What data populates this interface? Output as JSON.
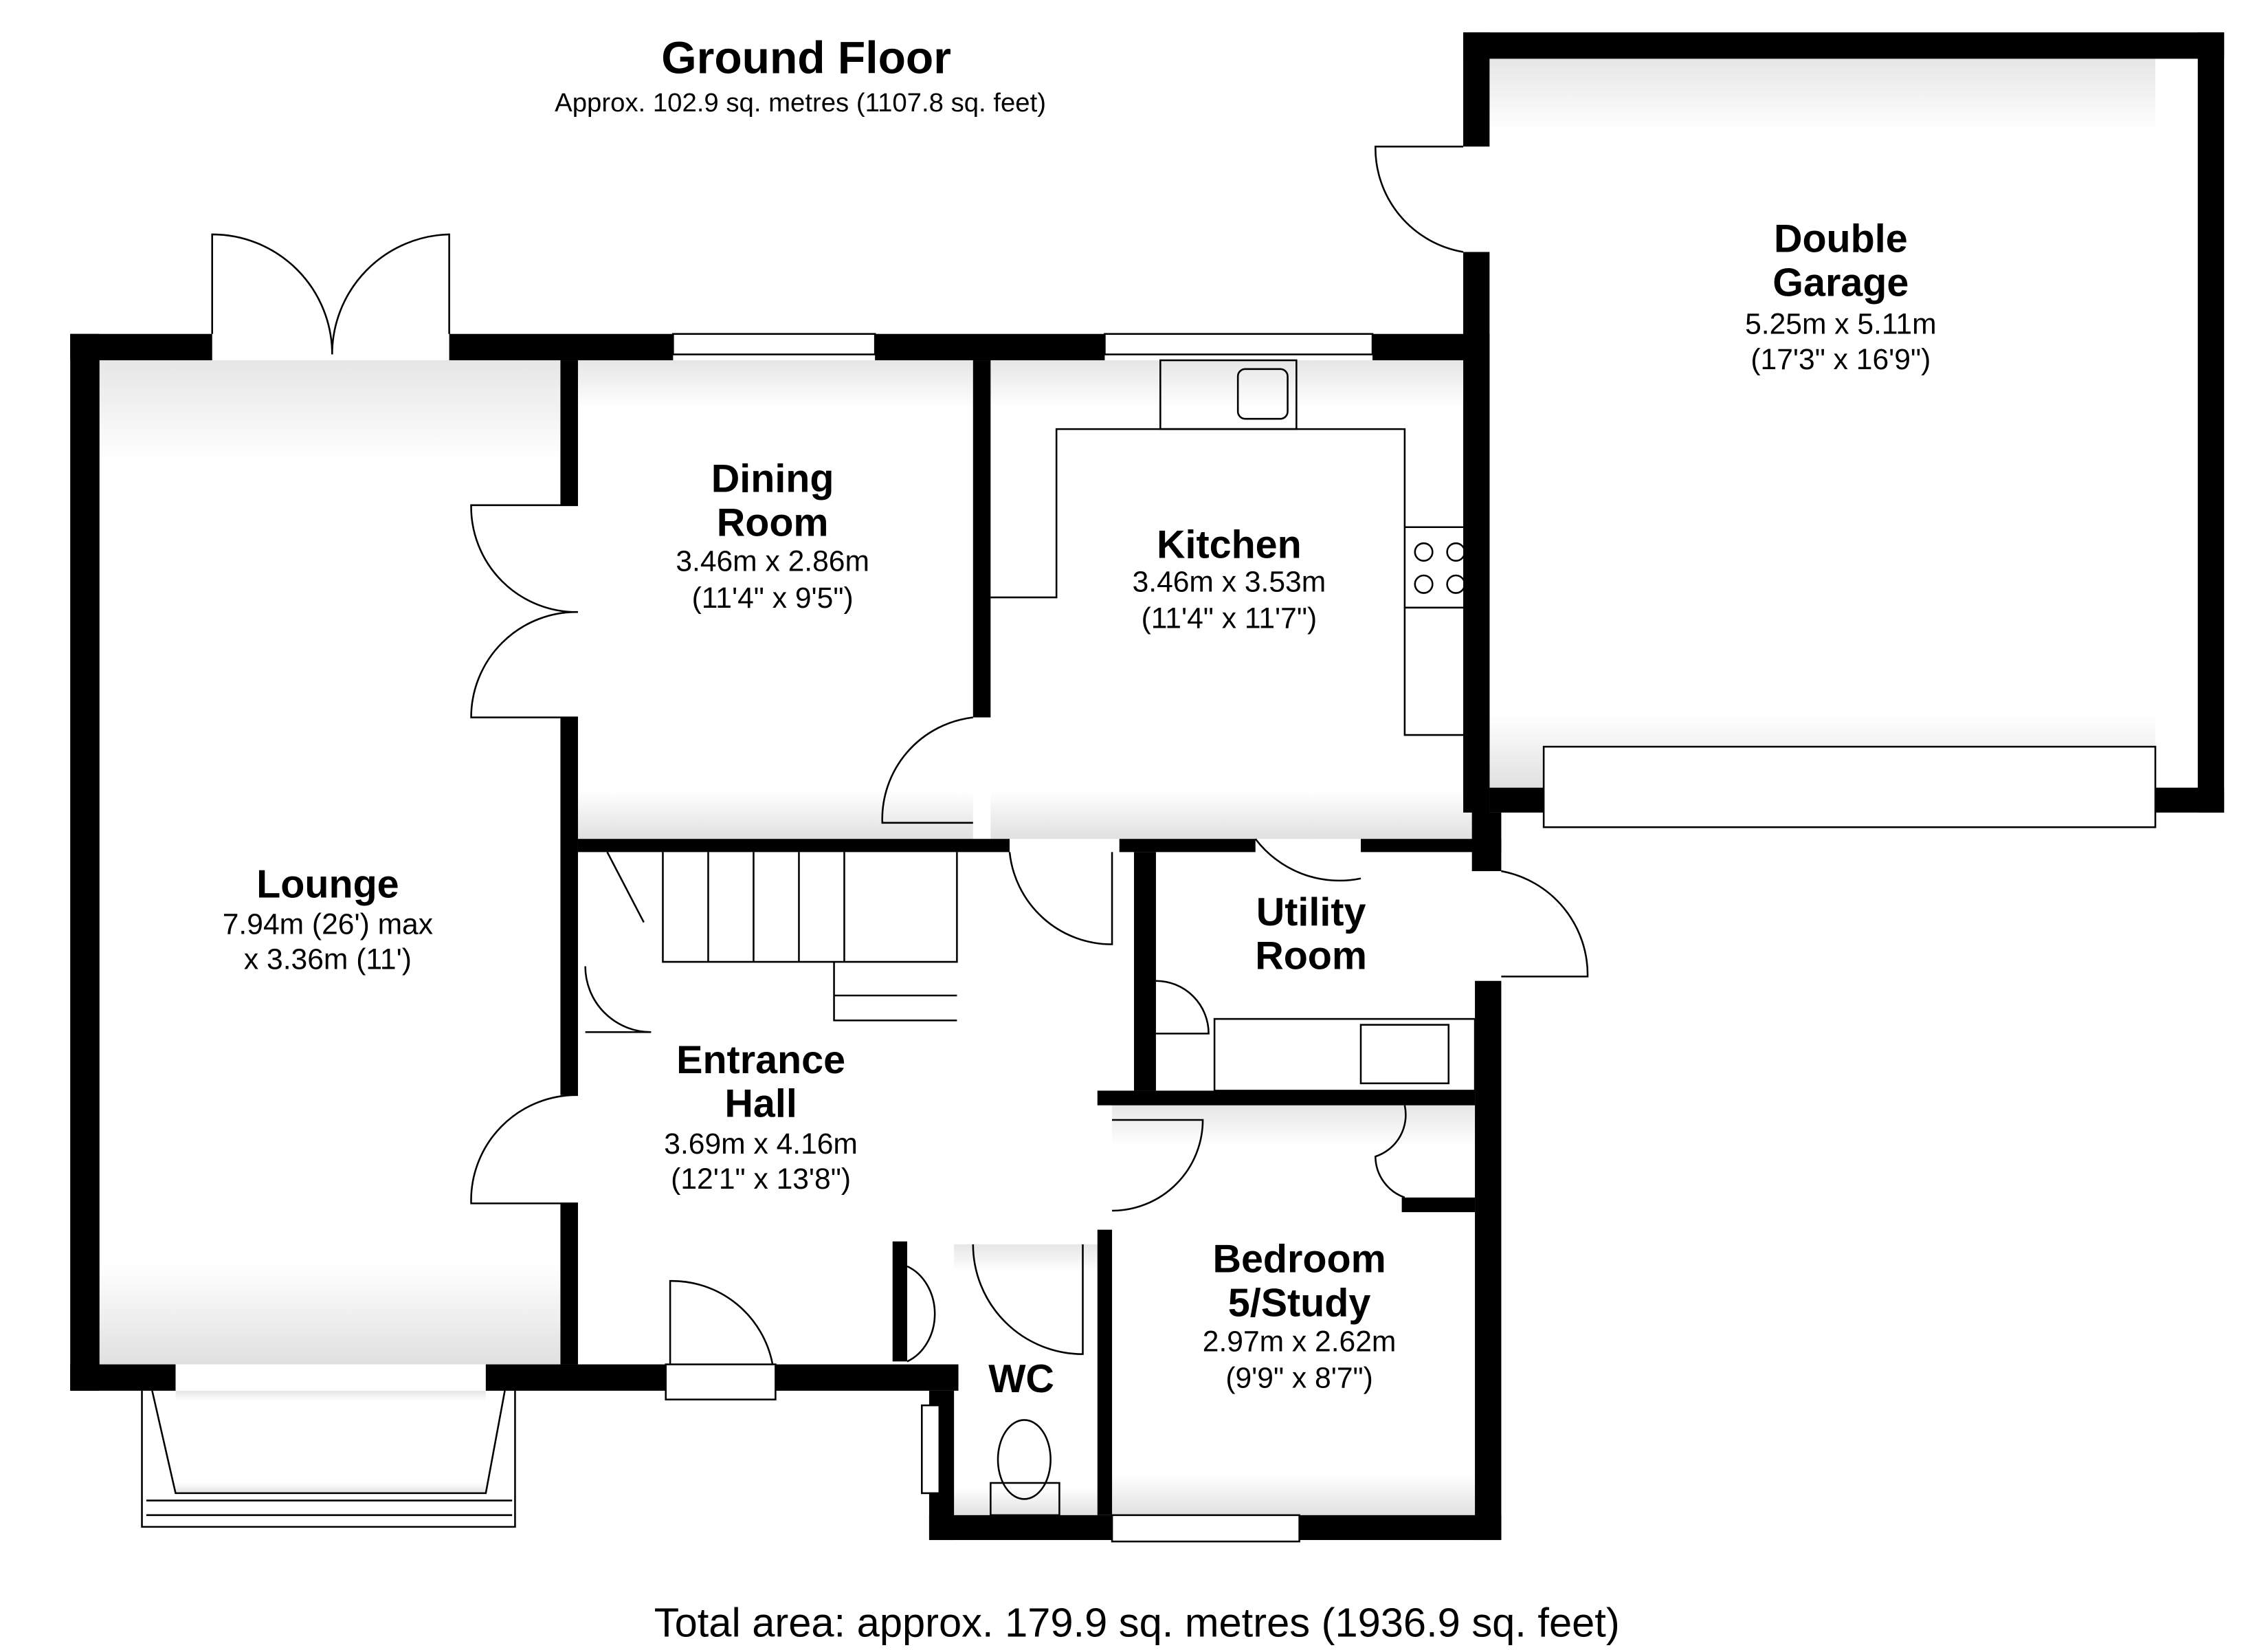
{
  "header": {
    "title": "Ground Floor",
    "subtitle": "Approx. 102.9 sq. metres (1107.8 sq. feet)"
  },
  "rooms": [
    {
      "name_lines": [
        "Double",
        "Garage"
      ],
      "metric": "5.25m x 5.11m",
      "imperial": "(17'3\" x 16'9\")"
    },
    {
      "name_lines": [
        "Dining",
        "Room"
      ],
      "metric": "3.46m x 2.86m",
      "imperial": "(11'4\" x 9'5\")"
    },
    {
      "name_lines": [
        "Kitchen"
      ],
      "metric": "3.46m x 3.53m",
      "imperial": "(11'4\" x 11'7\")"
    },
    {
      "name_lines": [
        "Lounge"
      ],
      "metric": "7.94m (26') max",
      "imperial": "x 3.36m (11')"
    },
    {
      "name_lines": [
        "Utility",
        "Room"
      ]
    },
    {
      "name_lines": [
        "Entrance",
        "Hall"
      ],
      "metric": "3.69m x 4.16m",
      "imperial": "(12'1\" x 13'8\")"
    },
    {
      "name_lines": [
        "Bedroom",
        "5/Study"
      ],
      "metric": "2.97m x 2.62m",
      "imperial": "(9'9\" x 8'7\")"
    },
    {
      "name_lines": [
        "WC"
      ]
    }
  ],
  "footer": {
    "total": "Total area: approx. 179.9 sq. metres (1936.9 sq. feet)"
  }
}
